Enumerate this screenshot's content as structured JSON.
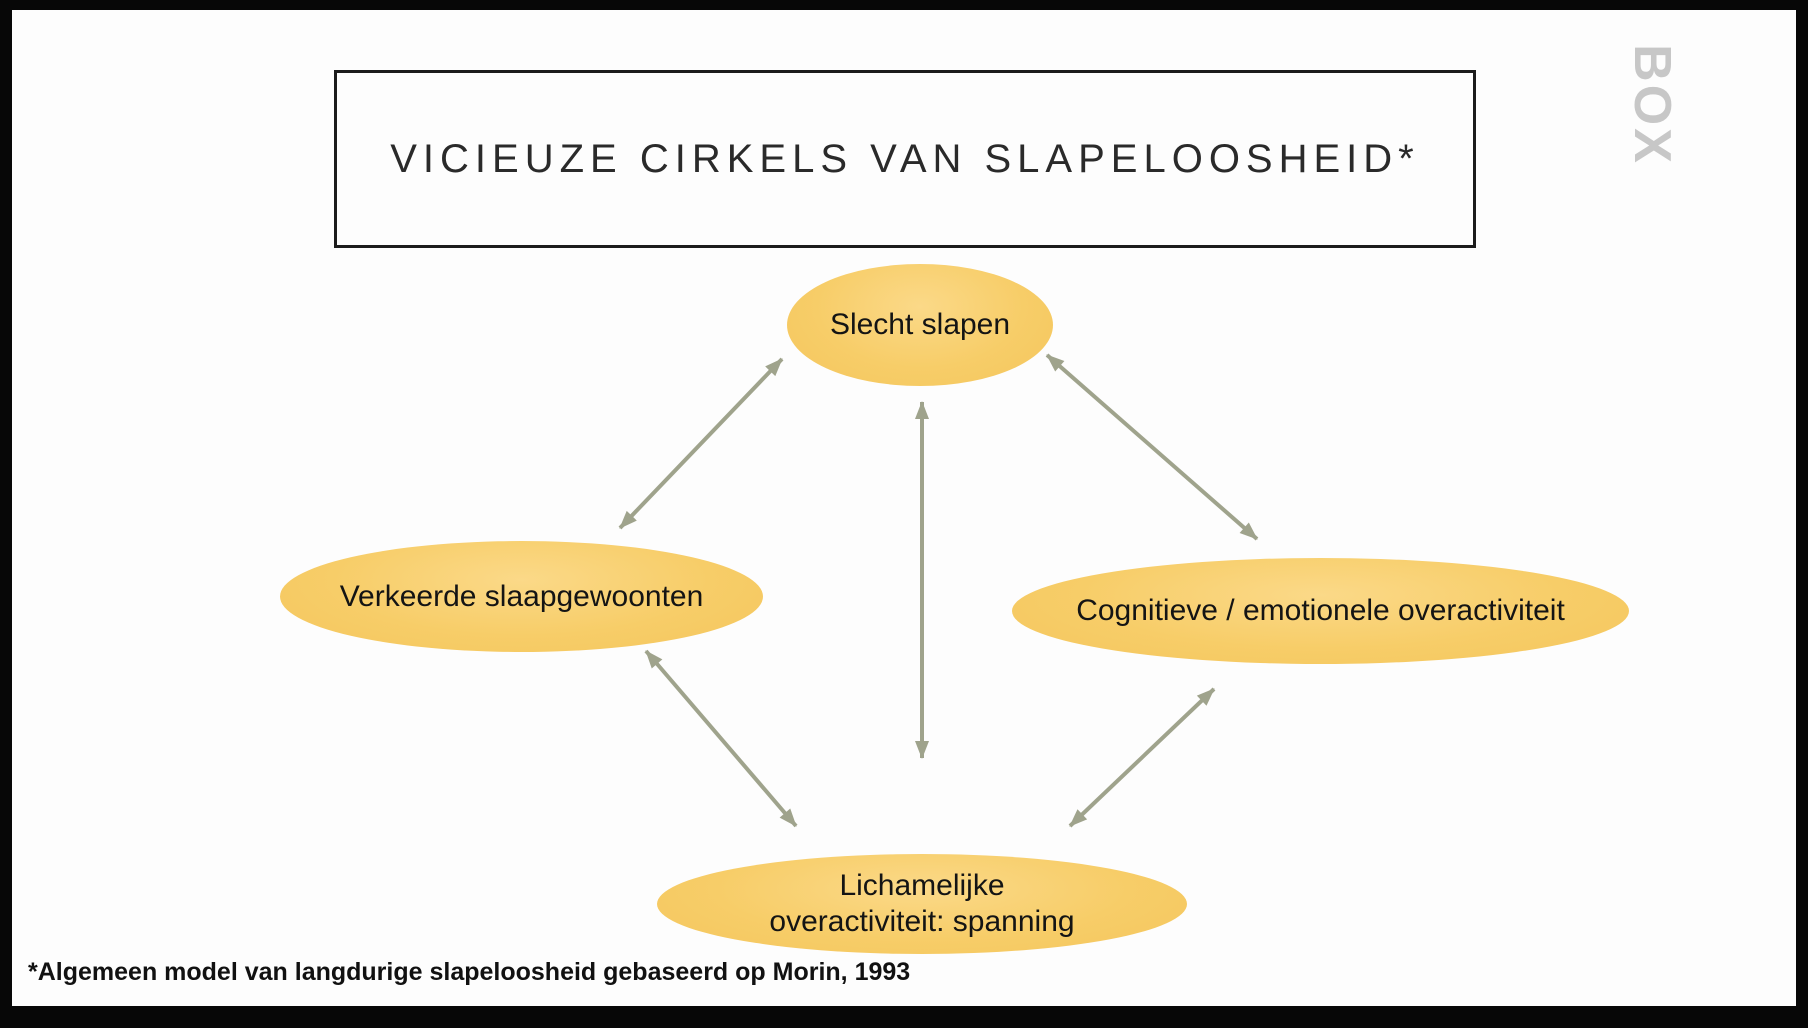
{
  "slide": {
    "title": "VICIEUZE CIRKELS VAN SLAPELOOSHEID*",
    "footnote": "*Algemeen model van langdurige slapeloosheid gebaseerd op Morin, 1993"
  },
  "watermark": {
    "text": "BOX"
  },
  "diagram": {
    "type": "cycle-diagram",
    "nodes": [
      {
        "id": "slecht-slapen",
        "label": "Slecht slapen"
      },
      {
        "id": "verkeerde-slaapgewoonten",
        "label": "Verkeerde slaapgewoonten"
      },
      {
        "id": "cognitieve-emotionele-overactiviteit",
        "label": "Cognitieve / emotionele overactiviteit"
      },
      {
        "id": "lichamelijke-overactiviteit-spanning",
        "label": "Lichamelijke overactiviteit: spanning",
        "lines": [
          "Lichamelijke",
          "overactiviteit: spanning"
        ]
      }
    ],
    "edges": [
      {
        "from": "slecht-slapen",
        "to": "verkeerde-slaapgewoonten",
        "bidirectional": true
      },
      {
        "from": "slecht-slapen",
        "to": "lichamelijke-overactiviteit-spanning",
        "bidirectional": true
      },
      {
        "from": "slecht-slapen",
        "to": "cognitieve-emotionele-overactiviteit",
        "bidirectional": true
      },
      {
        "from": "verkeerde-slaapgewoonten",
        "to": "lichamelijke-overactiviteit-spanning",
        "bidirectional": true
      },
      {
        "from": "cognitieve-emotionele-overactiviteit",
        "to": "lichamelijke-overactiviteit-spanning",
        "bidirectional": true
      }
    ],
    "colors": {
      "node_fill": "#F7CD68",
      "node_text": "#141414",
      "arrow": "#9FA38C",
      "frame": "#070707"
    }
  }
}
